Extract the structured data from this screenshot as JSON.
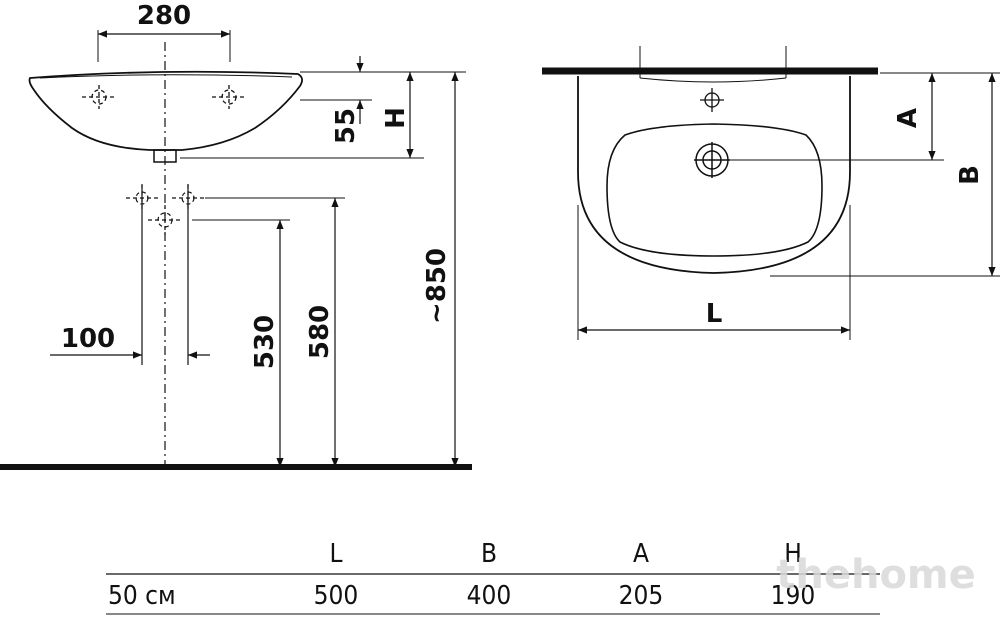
{
  "dimensions": {
    "d280": "280",
    "d55": "55",
    "dH": "H",
    "d850": "~850",
    "d100": "100",
    "d530": "530",
    "d580": "580",
    "dA": "A",
    "dB": "B",
    "dL": "L"
  },
  "table": {
    "headers": [
      "L",
      "B",
      "A",
      "H"
    ],
    "row": {
      "label": "50 см",
      "values": [
        "500",
        "400",
        "205",
        "190"
      ]
    }
  },
  "watermark": "thehome"
}
